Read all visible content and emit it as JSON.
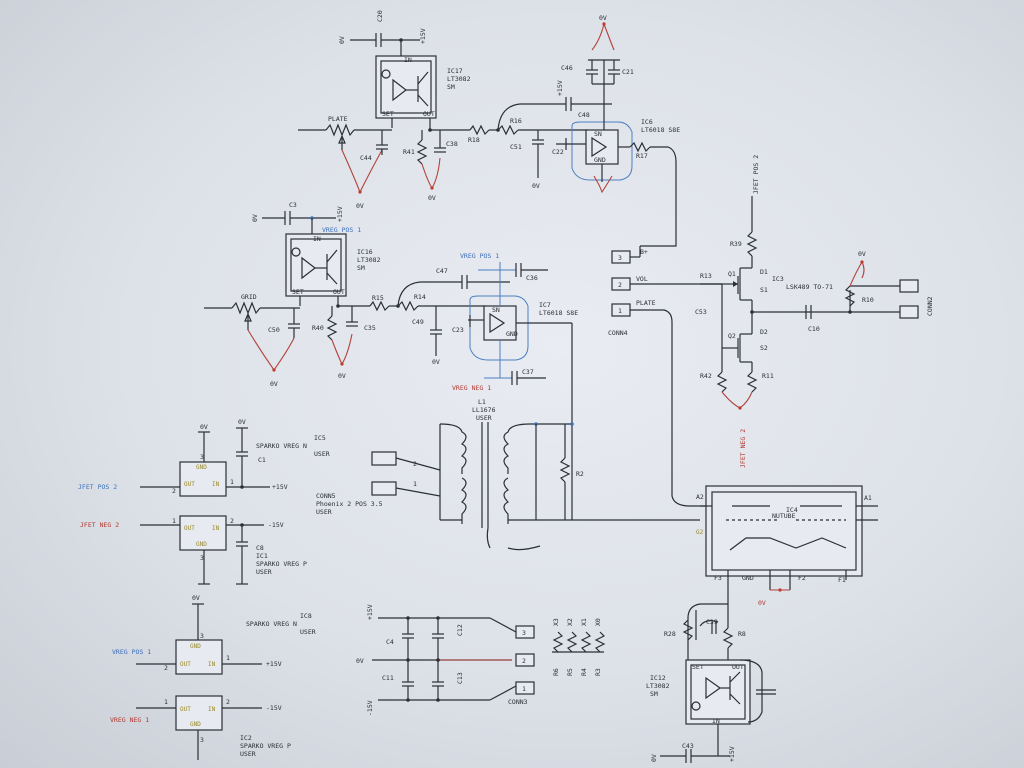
{
  "nets": {
    "zero_v": "0V",
    "plus15": "+15V",
    "minus15": "-15V",
    "vreg_pos1": "VREG POS 1",
    "vreg_neg1": "VREG NEG 1",
    "jfet_pos2": "JFET POS 2",
    "jfet_neg2": "JFET NEG 2"
  },
  "pins": {
    "p1": "1",
    "p2": "2",
    "p3": "3"
  },
  "ic17": {
    "ref": "IC17",
    "part": "LT3082",
    "pkg": "SM",
    "pin_in": "IN",
    "pin_set": "SET",
    "pin_out": "OUT"
  },
  "ic16": {
    "ref": "IC16",
    "part": "LT3082",
    "pkg": "SM",
    "pin_in": "IN",
    "pin_set": "SET",
    "pin_out": "OUT"
  },
  "ic12": {
    "ref": "IC12",
    "part": "LT3082",
    "pkg": "SM",
    "pin_in": "IN",
    "pin_set": "SET",
    "pin_out": "OUT"
  },
  "ic6": {
    "ref": "IC6",
    "part": "LT6018 S8E",
    "pin_top": "SN",
    "pin_gnd": "GND"
  },
  "ic7": {
    "ref": "IC7",
    "part": "LT6018 S8E",
    "pin_top": "SN",
    "pin_gnd": "GND"
  },
  "ic3": {
    "ref": "IC3",
    "part": "LSK489 TO-71",
    "q1": "Q1",
    "q2": "Q2",
    "d1": "D1",
    "s1": "S1",
    "d2": "D2",
    "s2": "S2"
  },
  "ic4": {
    "ref": "IC4",
    "part": "NUTUBE",
    "a1": "A1",
    "a2": "A2",
    "g2": "G2",
    "f1": "F1",
    "f2": "F2",
    "f3": "F3",
    "gnd": "GND"
  },
  "ic5": {
    "ref": "IC5",
    "part": "SPARKO VREG N",
    "user": "USER",
    "pin_gnd": "GND",
    "pin_out": "OUT",
    "pin_in": "IN"
  },
  "ic1": {
    "ref": "IC1",
    "part": "SPARKO VREG P",
    "user": "USER",
    "pin_gnd": "GND",
    "pin_out": "OUT",
    "pin_in": "IN"
  },
  "ic8": {
    "ref": "IC8",
    "part": "SPARKO VREG N",
    "user": "USER",
    "pin_gnd": "GND",
    "pin_out": "OUT",
    "pin_in": "IN"
  },
  "ic2": {
    "ref": "IC2",
    "part": "SPARKO VREG P",
    "user": "USER",
    "pin_gnd": "GND",
    "pin_out": "OUT",
    "pin_in": "IN"
  },
  "l1": {
    "ref": "L1",
    "part": "LL1676",
    "user": "USER"
  },
  "conn5": {
    "ref": "CONN5",
    "part": "Phoenix 2 POS 3.5",
    "user": "USER",
    "pin1": "1",
    "pin2": "2"
  },
  "conn4": {
    "ref": "CONN4",
    "p1": "1",
    "p2": "2",
    "p3": "3",
    "bplus": "B+",
    "vol": "VOL",
    "plate": "PLATE"
  },
  "conn3": {
    "ref": "CONN3",
    "p1": "1",
    "p2": "2",
    "p3": "3"
  },
  "conn2": {
    "ref": "CONN2"
  },
  "parts": {
    "plate": "PLATE",
    "grid": "GRID",
    "c1": "C1",
    "c3": "C3",
    "c4": "C4",
    "c8": "C8",
    "c10": "C10",
    "c11": "C11",
    "c12": "C12",
    "c13": "C13",
    "c20": "C20",
    "c21": "C21",
    "c22": "C22",
    "c23": "C23",
    "c35": "C35",
    "c36": "C36",
    "c37": "C37",
    "c38": "C38",
    "c39": "C39",
    "c43": "C43",
    "c44": "C44",
    "c46": "C46",
    "c47": "C47",
    "c48": "C48",
    "c49": "C49",
    "c50": "C50",
    "c51": "C51",
    "c53": "C53",
    "r2": "R2",
    "r3": "R3",
    "r4": "R4",
    "r5": "R5",
    "r6": "R6",
    "r8": "R8",
    "r10": "R10",
    "r11": "R11",
    "r13": "R13",
    "r14": "R14",
    "r15": "R15",
    "r16": "R16",
    "r17": "R17",
    "r18": "R18",
    "r28": "R28",
    "r39": "R39",
    "r40": "R40",
    "r41": "R41",
    "r42": "R42",
    "x0": "X0",
    "x1": "X1",
    "x2": "X2",
    "x3": "X3"
  }
}
